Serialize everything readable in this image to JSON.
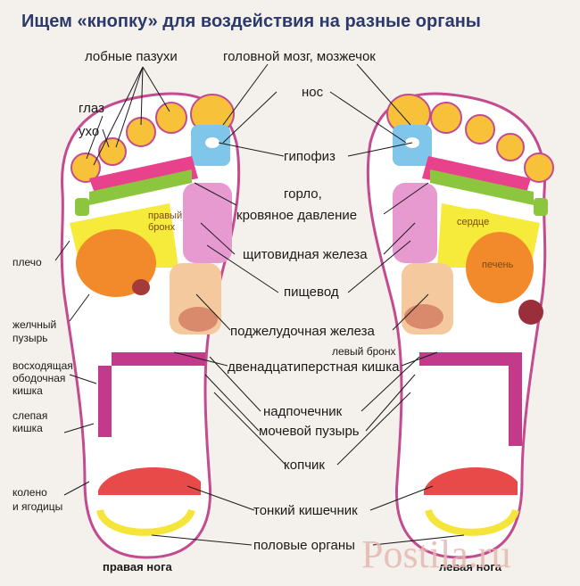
{
  "title": "Ищем «кнопку» для воздействия на разные органы",
  "labels": {
    "frontal_sinuses": "лобные пазухи",
    "brain": "головной мозг, мозжечок",
    "eye": "глаз",
    "ear": "ухо",
    "nose": "нос",
    "pituitary": "гипофиз",
    "throat": "горло,",
    "blood_pressure": "кровяное давление",
    "shoulder": "плечо",
    "thyroid": "щитовидная железа",
    "esophagus": "пищевод",
    "gallbladder_1": "желчный",
    "gallbladder_2": "пузырь",
    "pancreas": "поджелудочная железа",
    "asc_colon_1": "восходящая",
    "asc_colon_2": "ободочная",
    "asc_colon_3": "кишка",
    "left_bronchus": "левый бронх",
    "duodenum": "двенадцатиперстная кишка",
    "cecum_1": "слепая",
    "cecum_2": "кишка",
    "adrenal": "надпочечник",
    "bladder": "мочевой пузырь",
    "coccyx": "копчик",
    "knee_1": "колено",
    "knee_2": "и ягодицы",
    "small_intestine": "тонкий кишечник",
    "genitals": "половые органы"
  },
  "inner_labels": {
    "right_bronchus_1": "правый",
    "right_bronchus_2": "бронх",
    "heart": "сердце",
    "liver": "печень"
  },
  "legs": {
    "right": "правая нога",
    "left": "левая нога"
  },
  "watermark": "Postila.ru"
}
